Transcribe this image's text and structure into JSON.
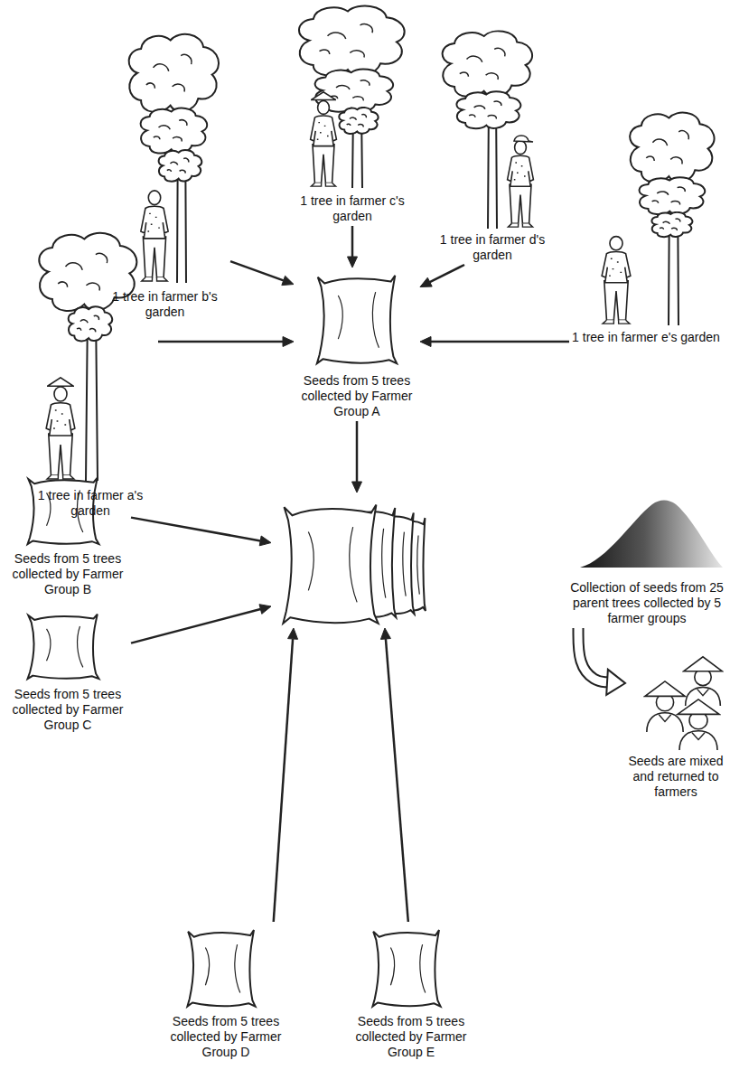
{
  "diagram": {
    "nodes": [
      {
        "text": [
          "1 tree in farmer a's garden"
        ]
      },
      {
        "text": [
          "1 tree in farmer b's garden"
        ]
      },
      {
        "text": [
          "1 tree in farmer c's garden"
        ]
      },
      {
        "text": [
          "1 tree in farmer d's garden"
        ]
      },
      {
        "text": [
          "1 tree in farmer e's garden"
        ]
      },
      {
        "text": [
          "Seeds from 5 trees collected by Farmer Group A"
        ]
      },
      {
        "text": [
          "Seeds from 5 trees collected by Farmer Group B"
        ]
      },
      {
        "text": [
          "Seeds from 5 trees collected by Farmer Group C"
        ]
      },
      {
        "text": [
          "Seeds from 5 trees collected by Farmer Group D"
        ]
      },
      {
        "text": [
          "Seeds from 5 trees collected by Farmer Group E"
        ]
      },
      {
        "text": [
          "Collection of seeds from 25 parent trees collected by 5 farmer groups"
        ]
      },
      {
        "text": [
          "Seeds are mixed and returned to farmers"
        ]
      }
    ],
    "edges": [
      {
        "from": 0,
        "to": 5,
        "arrow": "to"
      },
      {
        "from": 1,
        "to": 5,
        "arrow": "to"
      },
      {
        "from": 2,
        "to": 5,
        "arrow": "to"
      },
      {
        "from": 3,
        "to": 5,
        "arrow": "to"
      },
      {
        "from": 4,
        "to": 5,
        "arrow": "to"
      },
      {
        "from": 5,
        "to": 10,
        "arrow": "to"
      },
      {
        "from": 6,
        "to": 10,
        "arrow": "to"
      },
      {
        "from": 7,
        "to": 10,
        "arrow": "to"
      },
      {
        "from": 8,
        "to": 10,
        "arrow": "to"
      },
      {
        "from": 9,
        "to": 10,
        "arrow": "to"
      },
      {
        "from": 10,
        "to": 11,
        "arrow": "to"
      }
    ]
  }
}
